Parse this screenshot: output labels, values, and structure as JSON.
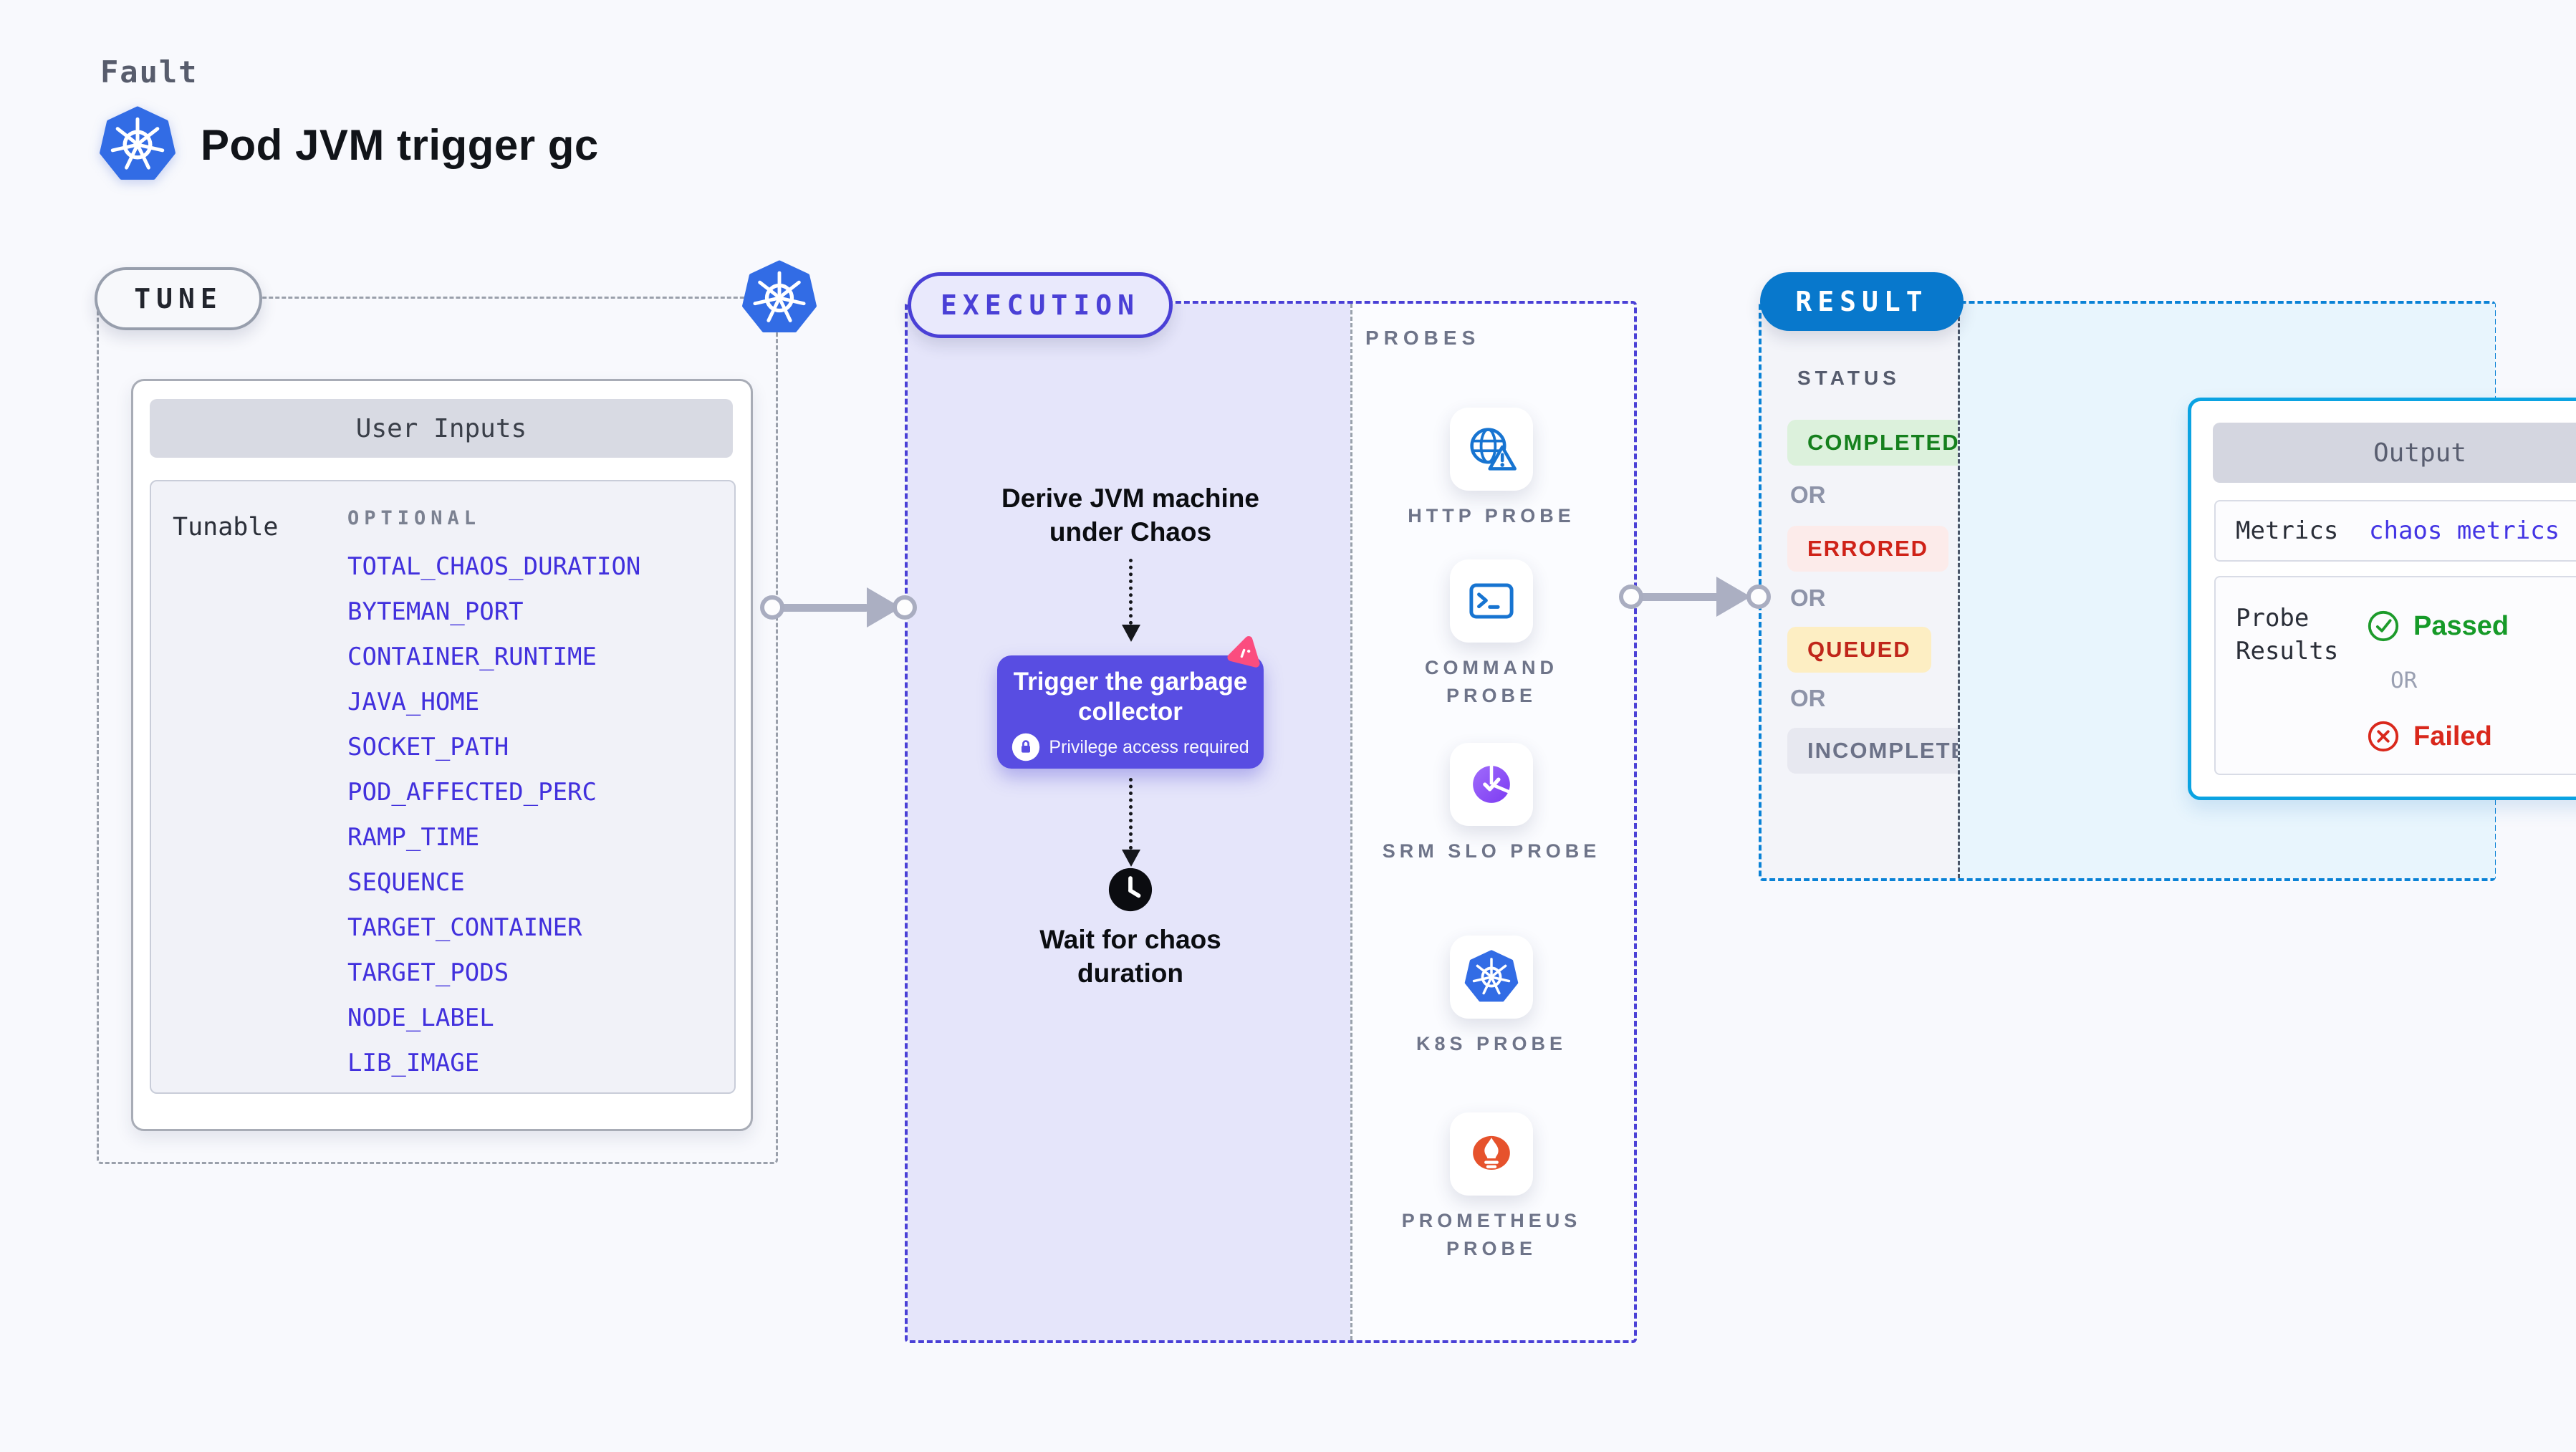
{
  "header": {
    "kicker": "Fault",
    "title": "Pod JVM trigger gc"
  },
  "tune": {
    "label": "TUNE",
    "card_title": "User Inputs",
    "row_label": "Tunable",
    "optional_label": "OPTIONAL",
    "tunables": [
      "TOTAL_CHAOS_DURATION",
      "BYTEMAN_PORT",
      "CONTAINER_RUNTIME",
      "JAVA_HOME",
      "SOCKET_PATH",
      "POD_AFFECTED_PERC",
      "RAMP_TIME",
      "SEQUENCE",
      "TARGET_CONTAINER",
      "TARGET_PODS",
      "NODE_LABEL",
      "LIB_IMAGE"
    ]
  },
  "execution": {
    "label": "EXECUTION",
    "derive_step": "Derive JVM machine under Chaos",
    "action_title": "Trigger the garbage collector",
    "action_note": "Privilege access required",
    "wait_step": "Wait for chaos duration"
  },
  "probes": {
    "label": "PROBES",
    "items": [
      {
        "name": "HTTP PROBE",
        "icon": "globe-alert-icon"
      },
      {
        "name": "COMMAND PROBE",
        "icon": "terminal-icon"
      },
      {
        "name": "SRM SLO PROBE",
        "icon": "slo-check-icon"
      },
      {
        "name": "K8S PROBE",
        "icon": "kubernetes-icon"
      },
      {
        "name": "PROMETHEUS PROBE",
        "icon": "prometheus-icon"
      }
    ]
  },
  "result": {
    "label": "RESULT",
    "status_label": "STATUS",
    "or_label": "OR",
    "statuses": [
      {
        "text": "COMPLETED",
        "bg": "#dcf1dc",
        "color": "#15801d"
      },
      {
        "text": "ERRORED",
        "bg": "#fcebea",
        "color": "#cf2218"
      },
      {
        "text": "QUEUED",
        "bg": "#fdeec3",
        "color": "#c0261a"
      },
      {
        "text": "INCOMPLETED",
        "bg": "#e7e8f0",
        "color": "#6c7288"
      }
    ],
    "output": {
      "title": "Output",
      "metrics_label": "Metrics",
      "metrics_value": "chaos metrics",
      "probe_results_label": "Probe Results",
      "passed_label": "Passed",
      "or_label": "OR",
      "failed_label": "Failed"
    }
  },
  "colors": {
    "background": "#f8f9fd",
    "kubernetes_blue": "#326ce5",
    "indigo_accent": "#4a40d6",
    "button_indigo": "#584de2",
    "lavender_fill": "#e5e5fa",
    "chaos_pink": "#fb4d7f",
    "result_blue": "#0878cc",
    "output_border_cyan": "#0ba3e2",
    "link_indigo": "#4130dd",
    "passed_green": "#169a28",
    "failed_red": "#d9281c",
    "arrow_gray": "#abafc2"
  }
}
